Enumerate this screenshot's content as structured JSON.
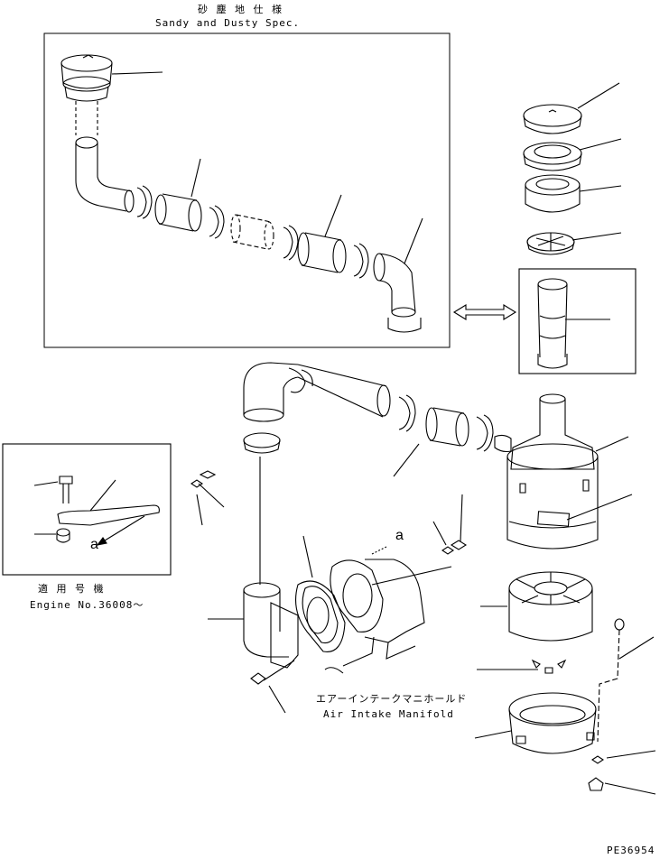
{
  "sandy_spec": {
    "title_jp": "砂 塵 地 仕 様",
    "title_en": "Sandy and Dusty Spec."
  },
  "engine_note": {
    "title_jp": "適 用 号 機",
    "serial": "Engine No.36008～"
  },
  "manifold": {
    "label_jp": "エアーインテークマニホールド",
    "label_en": "Air Intake Manifold"
  },
  "view_marks": {
    "inset_a": "a",
    "main_a": "a"
  },
  "drawing_number": "PE36954"
}
